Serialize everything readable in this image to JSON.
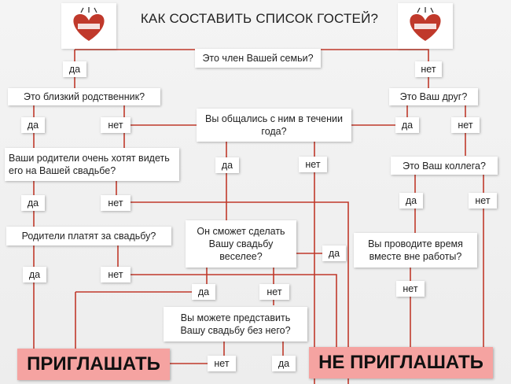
{
  "title": "КАК СОСТАВИТЬ СПИСОК ГОСТЕЙ?",
  "colors": {
    "line": "#c0392b",
    "result_bg": "#f5a3a1",
    "box_bg": "#ffffff"
  },
  "logos": {
    "left": "heart-logo",
    "right": "heart-logo"
  },
  "nodes": {
    "family": "Это член Вашей семьи?",
    "close_relative": "Это близкий родственник?",
    "friend": "Это Ваш друг?",
    "talked": "Вы общались с ним в течении года?",
    "parents_want": "Ваши родители очень хотят видеть его на Вашей свадьбе?",
    "colleague": "Это Ваш коллега?",
    "parents_pay": "Родители платят за свадьбу?",
    "make_fun": "Он сможет сделать Вашу свадьбу веселее?",
    "spend_time": "Вы проводите время вместе вне работы?",
    "imagine": "Вы можете представить Вашу свадьбу без него?"
  },
  "answers": {
    "family_yes": "да",
    "family_no": "нет",
    "close_yes": "да",
    "close_no": "нет",
    "friend_yes": "да",
    "friend_no": "нет",
    "talked_yes": "да",
    "talked_no": "нет",
    "parents_want_yes": "да",
    "parents_want_no": "нет",
    "colleague_yes": "да",
    "colleague_no": "нет",
    "parents_pay_yes": "да",
    "parents_pay_no": "нет",
    "fun_yes": "да",
    "fun_no": "нет",
    "spend_yes": "да",
    "spend_no": "нет",
    "imagine_no": "нет",
    "imagine_yes": "да"
  },
  "results": {
    "invite": "ПРИГЛАШАТЬ",
    "not_invite": "НЕ ПРИГЛАШАТЬ"
  }
}
